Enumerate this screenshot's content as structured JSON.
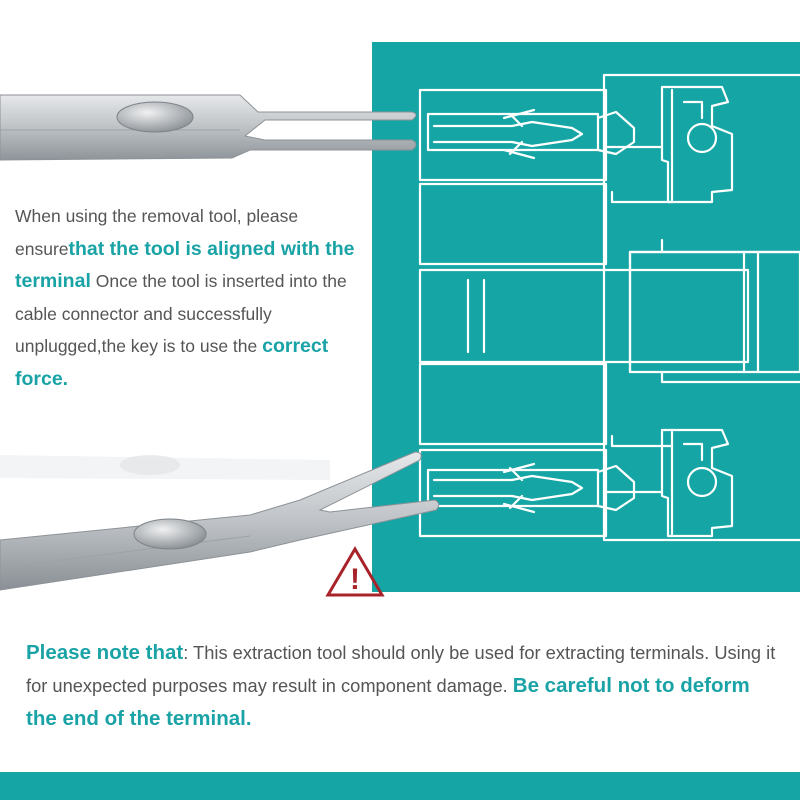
{
  "intro": {
    "part1": "When using the removal tool, please ensure",
    "highlight1": "that the tool is aligned with the terminal",
    "part2": " Once the tool is inserted into the cable connector and successfully unplugged,the key is to use the ",
    "highlight2": "correct force."
  },
  "note": {
    "label": "Please note that",
    "part1": ": This extraction tool should only be used for extracting terminals. Using it for unexpected purposes may result in component damage. ",
    "highlight": "Be careful not to deform the end of the terminal."
  },
  "warning": {
    "glyph": "!",
    "icon": "warning-triangle-icon"
  },
  "colors": {
    "teal": "#15a5a5",
    "highlight_text": "#1aa3a6",
    "body_text": "#555555",
    "warning_red": "#a8222a"
  }
}
